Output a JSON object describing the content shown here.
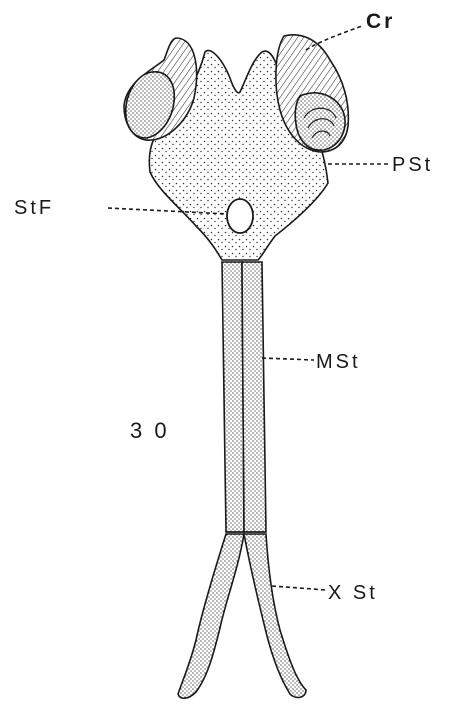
{
  "figure": {
    "number": "3 0",
    "labels": {
      "cr": "Cr",
      "pst": "PSt",
      "stf": "StF",
      "mst": "MSt",
      "xst": "X St"
    }
  },
  "colors": {
    "ink": "#1a1a1a",
    "paper": "#ffffff"
  }
}
